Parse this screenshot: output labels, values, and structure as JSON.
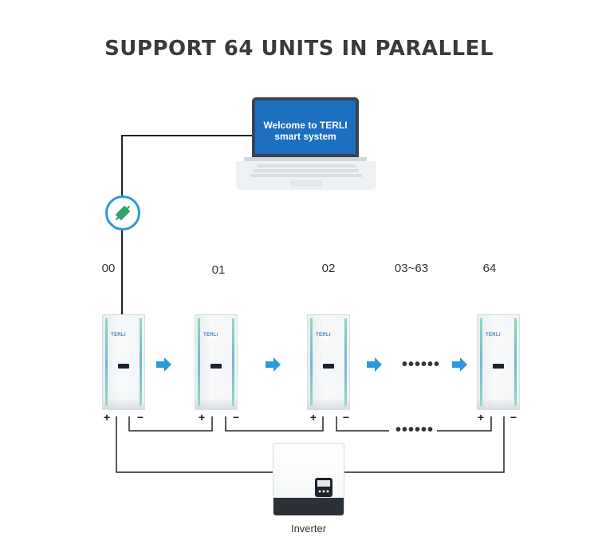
{
  "title": "SUPPORT 64 UNITS IN PARALLEL",
  "laptop": {
    "line1": "Welcome to TERLI",
    "line2": "smart system"
  },
  "units": [
    "00",
    "01",
    "02",
    "03~63",
    "64"
  ],
  "battery_logo": "TERLI",
  "terminal_plus": "+",
  "terminal_minus": "−",
  "ellipsis": "••••••",
  "inverter_label": "Inverter",
  "colors": {
    "arrow": "#2a9bd8",
    "laptop_screen": "#1d6fc0",
    "connector": "#2a9bd8"
  },
  "icons": [
    "laptop-icon",
    "plug-connector-icon",
    "arrow-right-icon",
    "battery-unit",
    "inverter-unit"
  ]
}
